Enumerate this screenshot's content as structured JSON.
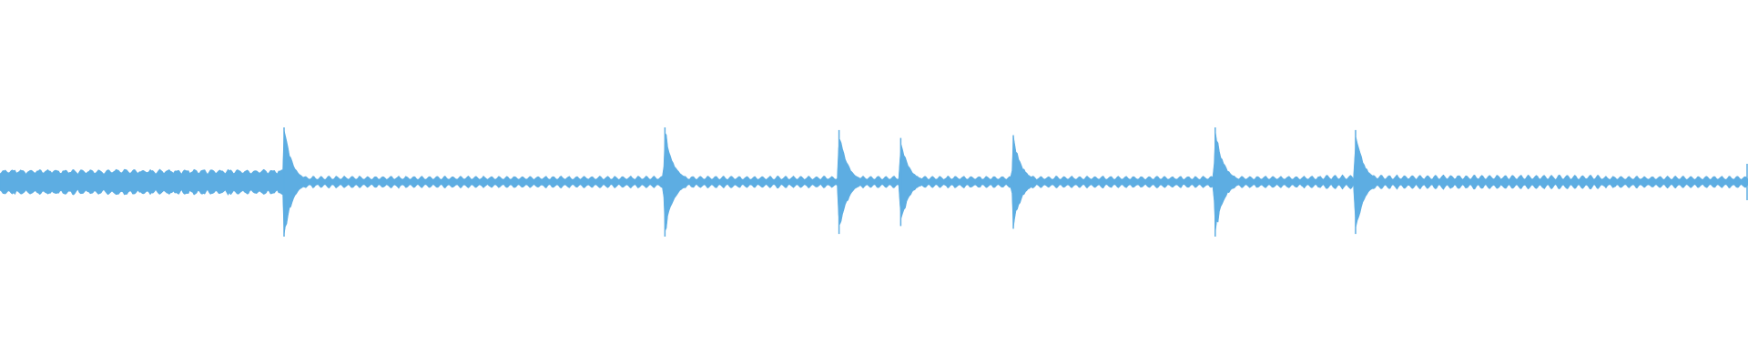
{
  "waveform": {
    "color": "#5DADE2",
    "background": "#FFFFFF",
    "baseline_amplitude": 0.11,
    "transients": [
      {
        "position": 0.1625,
        "amplitude": 1.0
      },
      {
        "position": 0.3804,
        "amplitude": 1.0
      },
      {
        "position": 0.48,
        "amplitude": 0.95
      },
      {
        "position": 0.5153,
        "amplitude": 0.8
      },
      {
        "position": 0.5797,
        "amplitude": 0.85
      },
      {
        "position": 0.6952,
        "amplitude": 1.0
      },
      {
        "position": 0.7755,
        "amplitude": 0.95
      }
    ]
  }
}
